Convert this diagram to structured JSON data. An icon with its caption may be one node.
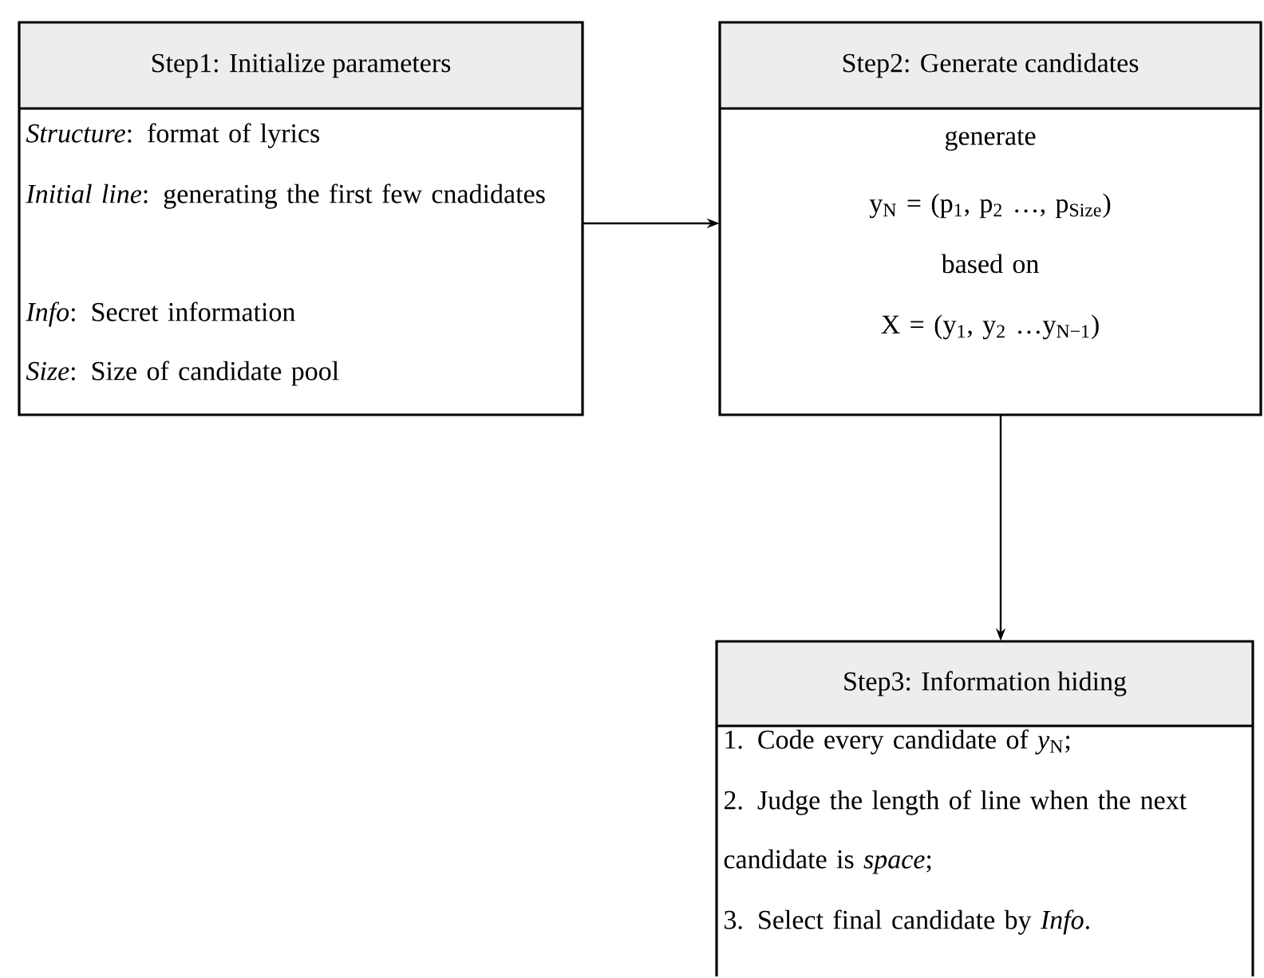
{
  "diagram": {
    "nodes": [
      {
        "text": [
          "Step1: Initialize parameters",
          "*Structure*: format of lyrics",
          "*Initial line*: generating the first few cnadidates",
          "*Info*: Secret information",
          "*Size*: Size of candidate pool"
        ]
      },
      {
        "text": [
          "Step2: Generate candidates",
          "generate",
          "y$_{N}$ = (p$_{1}$, p$_{2}$ …, p$_{Size}$)",
          "based on",
          "X = (y$_{1}$, y$_{2}$ …y$_{N−1}$)"
        ]
      },
      {
        "text": [
          "Step3: Information hiding",
          "1. Code every candidate of *y*$_{N}$;",
          "2. Judge the length of line when the next candidate is *space*;",
          "3. Select final candidate by *Info*."
        ]
      }
    ],
    "edges": [
      {
        "from": 0,
        "to": 1,
        "arrow": "to"
      },
      {
        "from": 1,
        "to": 2,
        "arrow": "to"
      }
    ]
  }
}
